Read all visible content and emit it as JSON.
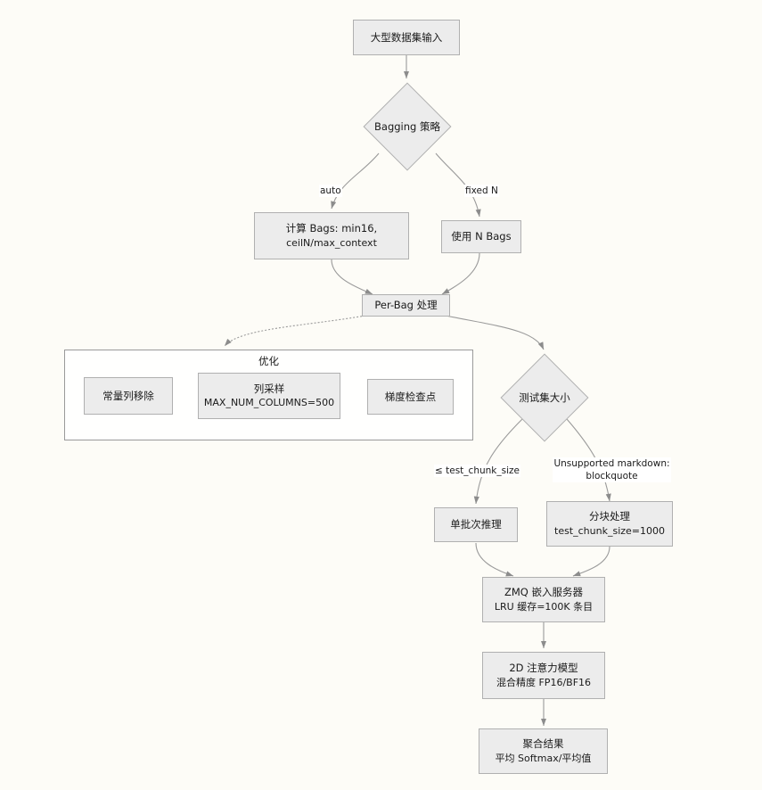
{
  "diagram": {
    "type": "flowchart",
    "title": "",
    "background_color": "#fdfcf7",
    "node_fill": "#ececec",
    "node_stroke": "#b0b0b0",
    "subgraph_fill": "#ffffff",
    "subgraph_stroke": "#9a9a9a",
    "edge_color": "#999999"
  },
  "nodes": {
    "input": {
      "label": "大型数据集输入",
      "shape": "rect"
    },
    "bagging_strategy": {
      "label": "Bagging 策略",
      "shape": "diamond"
    },
    "compute_bags": {
      "line1": "计算 Bags: min16,",
      "line2": "ceilN/max_context",
      "shape": "rect"
    },
    "use_n_bags": {
      "label": "使用 N Bags",
      "shape": "rect"
    },
    "per_bag": {
      "label": "Per-Bag 处理",
      "shape": "rect"
    },
    "optimization_group": {
      "title": "优化"
    },
    "constant_col_removal": {
      "label": "常量列移除",
      "shape": "rect"
    },
    "column_sampling": {
      "line1": "列采样",
      "line2": "MAX_NUM_COLUMNS=500",
      "shape": "rect"
    },
    "gradient_checkpoint": {
      "label": "梯度检查点",
      "shape": "rect"
    },
    "test_set_size": {
      "label": "测试集大小",
      "shape": "diamond"
    },
    "single_batch": {
      "label": "单批次推理",
      "shape": "rect"
    },
    "chunked": {
      "line1": "分块处理",
      "line2": "test_chunk_size=1000",
      "shape": "rect"
    },
    "zmq_server": {
      "line1": "ZMQ 嵌入服务器",
      "line2": "LRU 缓存=100K 条目",
      "shape": "rect"
    },
    "attention_model": {
      "line1": "2D 注意力模型",
      "line2": "混合精度 FP16/BF16",
      "shape": "rect"
    },
    "joint_results": {
      "line1": "聚合结果",
      "line2": "平均 Softmax/平均值",
      "shape": "rect"
    }
  },
  "edge_labels": {
    "auto": "auto",
    "fixed_n": "fixed N",
    "le_chunk": "≤ test_chunk_size",
    "unsupported_line1": "Unsupported markdown:",
    "unsupported_line2": "blockquote"
  },
  "edges": [
    {
      "from": "input",
      "to": "bagging_strategy",
      "label": "",
      "style": "solid"
    },
    {
      "from": "bagging_strategy",
      "to": "compute_bags",
      "label": "auto",
      "style": "solid"
    },
    {
      "from": "bagging_strategy",
      "to": "use_n_bags",
      "label": "fixed N",
      "style": "solid"
    },
    {
      "from": "compute_bags",
      "to": "per_bag",
      "label": "",
      "style": "solid"
    },
    {
      "from": "use_n_bags",
      "to": "per_bag",
      "label": "",
      "style": "solid"
    },
    {
      "from": "per_bag",
      "to": "optimization_group",
      "label": "",
      "style": "dotted"
    },
    {
      "from": "per_bag",
      "to": "test_set_size",
      "label": "",
      "style": "solid"
    },
    {
      "from": "test_set_size",
      "to": "single_batch",
      "label": "≤ test_chunk_size",
      "style": "solid"
    },
    {
      "from": "test_set_size",
      "to": "chunked",
      "label": "Unsupported markdown: blockquote",
      "style": "solid"
    },
    {
      "from": "single_batch",
      "to": "zmq_server",
      "label": "",
      "style": "solid"
    },
    {
      "from": "chunked",
      "to": "zmq_server",
      "label": "",
      "style": "solid"
    },
    {
      "from": "zmq_server",
      "to": "attention_model",
      "label": "",
      "style": "solid"
    },
    {
      "from": "attention_model",
      "to": "joint_results",
      "label": "",
      "style": "solid"
    }
  ]
}
